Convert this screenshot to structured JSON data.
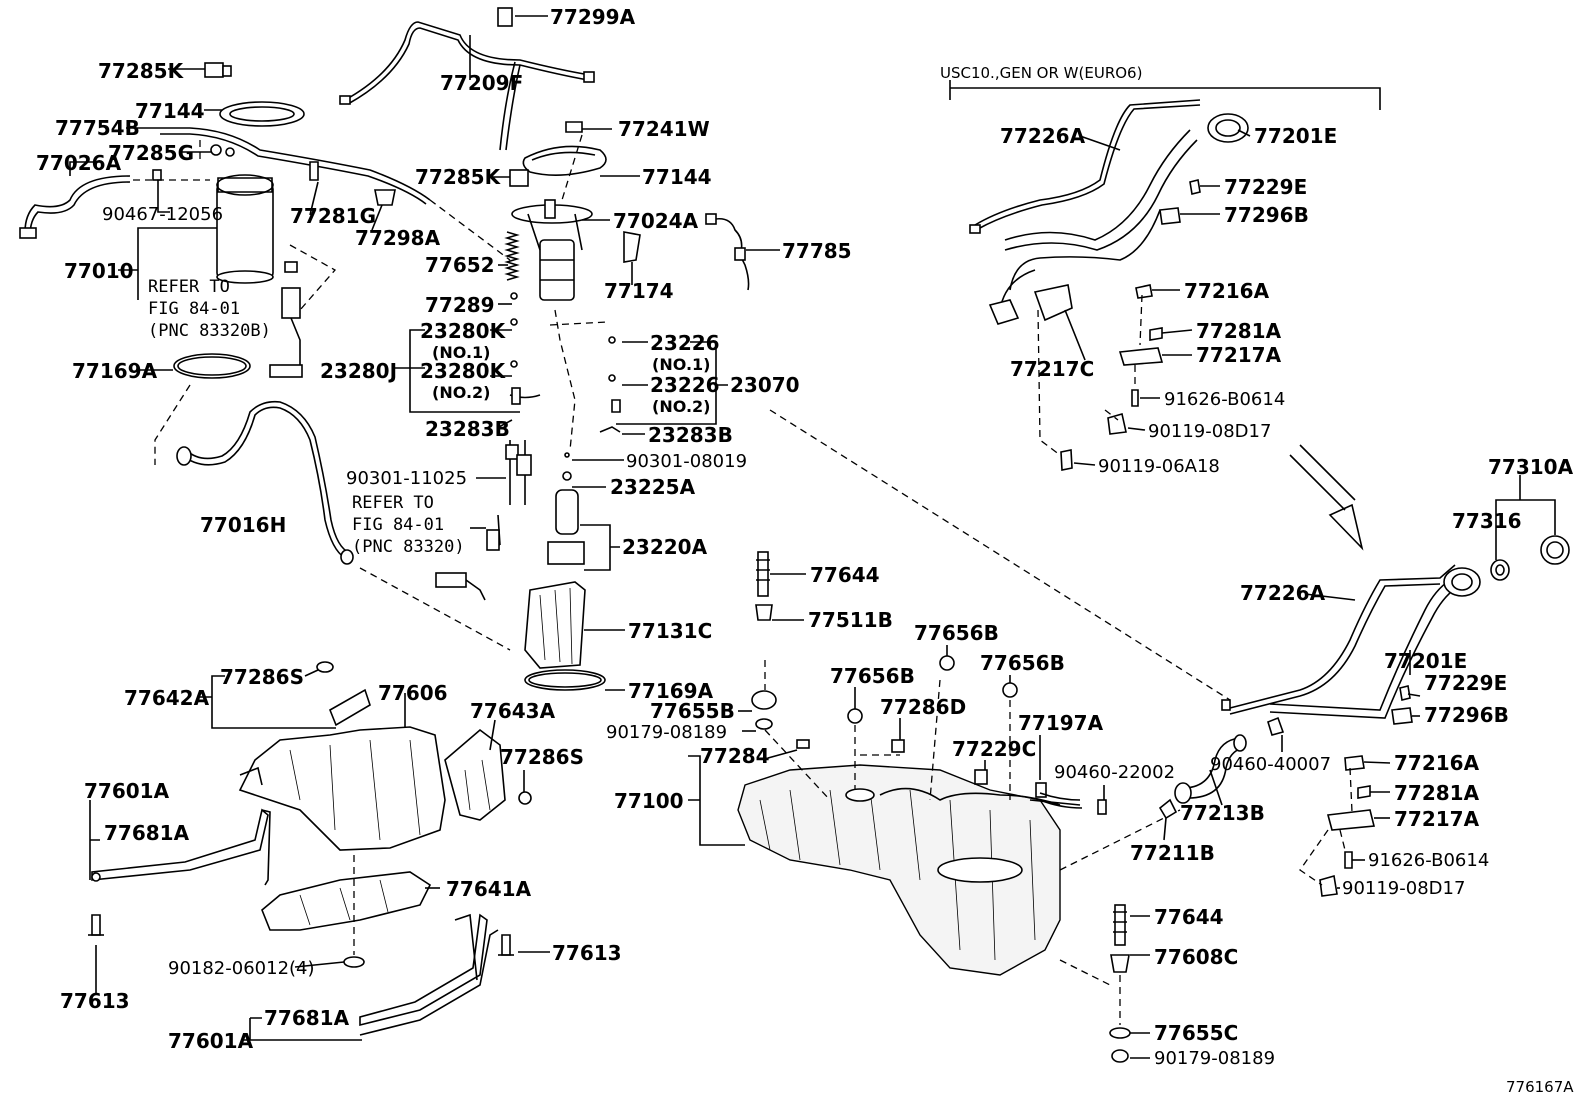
{
  "diagram_id": "776167A",
  "variant_header": "USC10.,GEN OR W(EURO6)",
  "notes": {
    "refer_a_line1": "REFER TO",
    "refer_a_line2": "FIG 84-01",
    "refer_a_line3": "(PNC 83320B)",
    "refer_b_line1": "REFER TO",
    "refer_b_line2": "FIG 84-01",
    "refer_b_line3": "(PNC 83320)"
  },
  "labels": {
    "p77299A": "77299A",
    "p77209F": "77209F",
    "p77285K_a": "77285K",
    "p77144_a": "77144",
    "p77754B": "77754B",
    "p77285G": "77285G",
    "p77026A": "77026A",
    "p90467": "90467-12056",
    "p77281G": "77281G",
    "p77298A": "77298A",
    "p77010": "77010",
    "p77241W": "77241W",
    "p77285K_b": "77285K",
    "p77144_b": "77144",
    "p77024A": "77024A",
    "p77785": "77785",
    "p77652": "77652",
    "p77174": "77174",
    "p77289": "77289",
    "p77169A_a": "77169A",
    "p23280K_1": "23280K",
    "p23280K_1_sub": "(NO.1)",
    "p23280J": "23280J",
    "p23280K_2": "23280K",
    "p23280K_2_sub": "(NO.2)",
    "p23283B_a": "23283B",
    "p23226_1": "23226",
    "p23226_1_sub": "(NO.1)",
    "p23070": "23070",
    "p23226_2": "23226",
    "p23226_2_sub": "(NO.2)",
    "p23283B_b": "23283B",
    "p90301_a": "90301-08019",
    "p90301_b": "90301-11025",
    "p23225A": "23225A",
    "p77016H": "77016H",
    "p23220A": "23220A",
    "p77644_a": "77644",
    "p77511B": "77511B",
    "p77131C": "77131C",
    "p77169A_b": "77169A",
    "p77642A": "77642A",
    "p77286S_a": "77286S",
    "p77606": "77606",
    "p77643A": "77643A",
    "p77286S_b": "77286S",
    "p77656B_a": "77656B",
    "p77656B_b": "77656B",
    "p77656B_c": "77656B",
    "p77655B": "77655B",
    "p90179_a": "90179-08189",
    "p77286D": "77286D",
    "p77197A": "77197A",
    "p77284": "77284",
    "p77229C": "77229C",
    "p90460_22002": "90460-22002",
    "p77100": "77100",
    "p77601A_a": "77601A",
    "p77681A_a": "77681A",
    "p77641A": "77641A",
    "p77613_a": "77613",
    "p90182": "90182-06012(4)",
    "p77613_b": "77613",
    "p77601A_b": "77601A",
    "p77681A_b": "77681A",
    "p77211B": "77211B",
    "p77213B": "77213B",
    "p90460_40007": "90460-40007",
    "p77644_b": "77644",
    "p77608C": "77608C",
    "p77655C": "77655C",
    "p90179_b": "90179-08189",
    "p77226A_a": "77226A",
    "p77201E_a": "77201E",
    "p77229E_a": "77229E",
    "p77296B_a": "77296B",
    "p77216A_a": "77216A",
    "p77281A_a": "77281A",
    "p77217C": "77217C",
    "p77217A_a": "77217A",
    "p91626_a": "91626-B0614",
    "p90119_08D17_a": "90119-08D17",
    "p90119_06A18": "90119-06A18",
    "p77310A": "77310A",
    "p77316": "77316",
    "p77226A_b": "77226A",
    "p77201E_b": "77201E",
    "p77229E_b": "77229E",
    "p77296B_b": "77296B",
    "p77216A_b": "77216A",
    "p77281A_b": "77281A",
    "p77217A_b": "77217A",
    "p91626_b": "91626-B0614",
    "p90119_08D17_b": "90119-08D17"
  }
}
